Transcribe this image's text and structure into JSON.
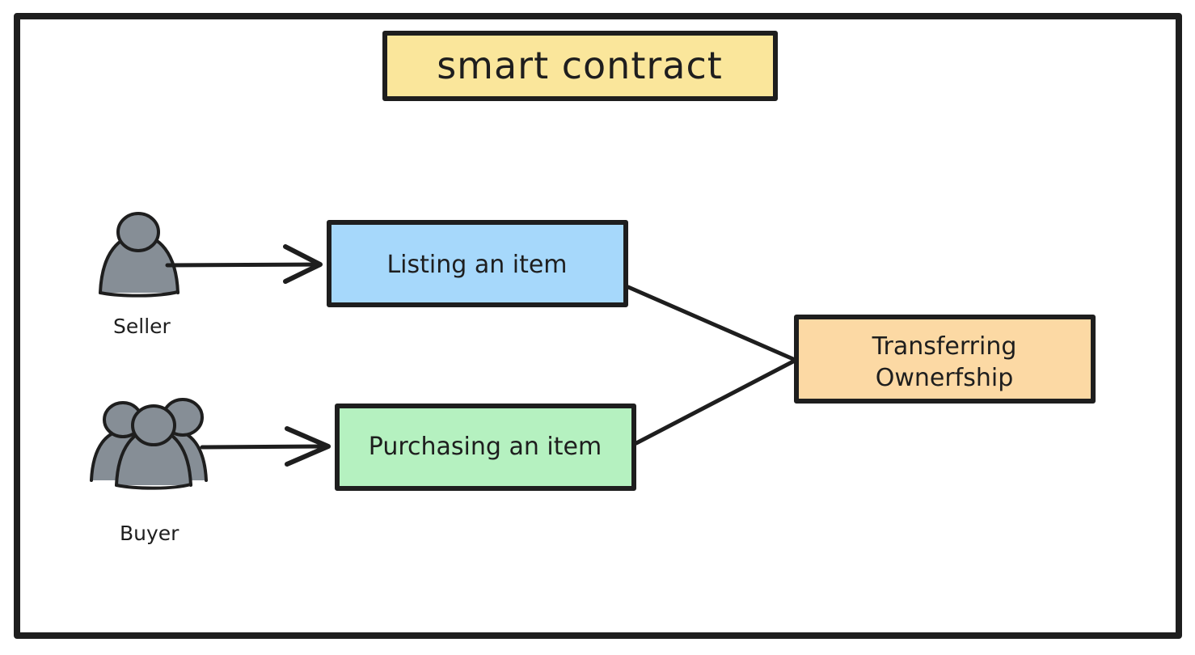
{
  "diagram": {
    "title": "smart contract",
    "frame": {
      "stroke_color": "#1e1e1e"
    },
    "background_color": "#ffffff",
    "colors": {
      "title_box_fill": "#fae69b",
      "listing_box_fill": "#a6d8fb",
      "purchasing_box_fill": "#b5f1c0",
      "transfer_box_fill": "#fcd9a4",
      "stroke": "#1e1e1e",
      "person_fill": "#868e96"
    },
    "actors": [
      {
        "id": "seller",
        "label": "Seller",
        "icon": "single-person-icon"
      },
      {
        "id": "buyer",
        "label": "Buyer",
        "icon": "group-of-people-icon"
      }
    ],
    "nodes": [
      {
        "id": "title",
        "label": "smart contract",
        "fill": "#fae69b"
      },
      {
        "id": "listing",
        "label": "Listing an item",
        "fill": "#a6d8fb"
      },
      {
        "id": "purchasing",
        "label": "Purchasing an item",
        "fill": "#b5f1c0"
      },
      {
        "id": "transfer",
        "label_line1": "Transferring",
        "label_line2": "Ownerfship",
        "fill": "#fcd9a4"
      }
    ],
    "edges": [
      {
        "id": "seller-to-listing",
        "from": "seller",
        "to": "listing",
        "arrowhead": true
      },
      {
        "id": "buyer-to-purchasing",
        "from": "buyer",
        "to": "purchasing",
        "arrowhead": true
      },
      {
        "id": "listing-to-transfer",
        "from": "listing",
        "to": "transfer",
        "arrowhead": false
      },
      {
        "id": "purchasing-to-transfer",
        "from": "purchasing",
        "to": "transfer",
        "arrowhead": false
      }
    ]
  }
}
